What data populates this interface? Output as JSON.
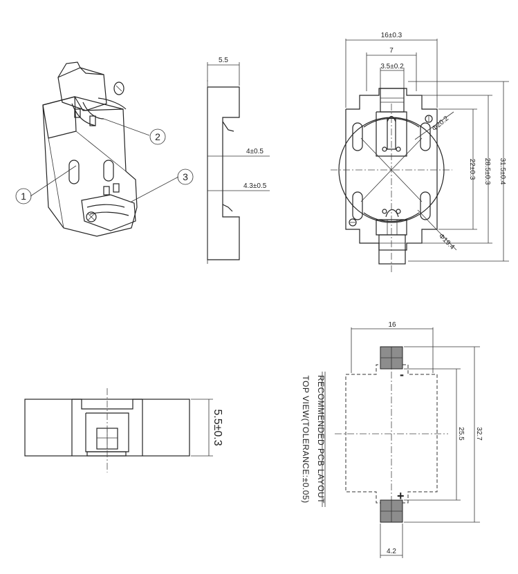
{
  "callouts": {
    "one": "1",
    "two": "2",
    "three": "3"
  },
  "side_view": {
    "width": "5.5",
    "dim_a": "4±0.5",
    "dim_b": "4.3±0.5"
  },
  "top_view": {
    "width_outer": "16±0.3",
    "width_mid": "7",
    "width_tab": "3.5±0.2",
    "diam_large": "Φ20.2",
    "diam_small": "Φ19.4",
    "h1": "22±0.3",
    "h2": "28.5±0.3",
    "h3": "31.5±0.4"
  },
  "front_view": {
    "height": "5.5±0.3"
  },
  "pcb": {
    "title": "RECOMMENDED PCB LAYOUT",
    "subtitle": "TOP VIEW(TOLERANCE:±0.05)",
    "width": "16",
    "pitch": "25.5",
    "length": "32.7",
    "pad_width": "4.2",
    "minus": "-",
    "plus": "+"
  }
}
